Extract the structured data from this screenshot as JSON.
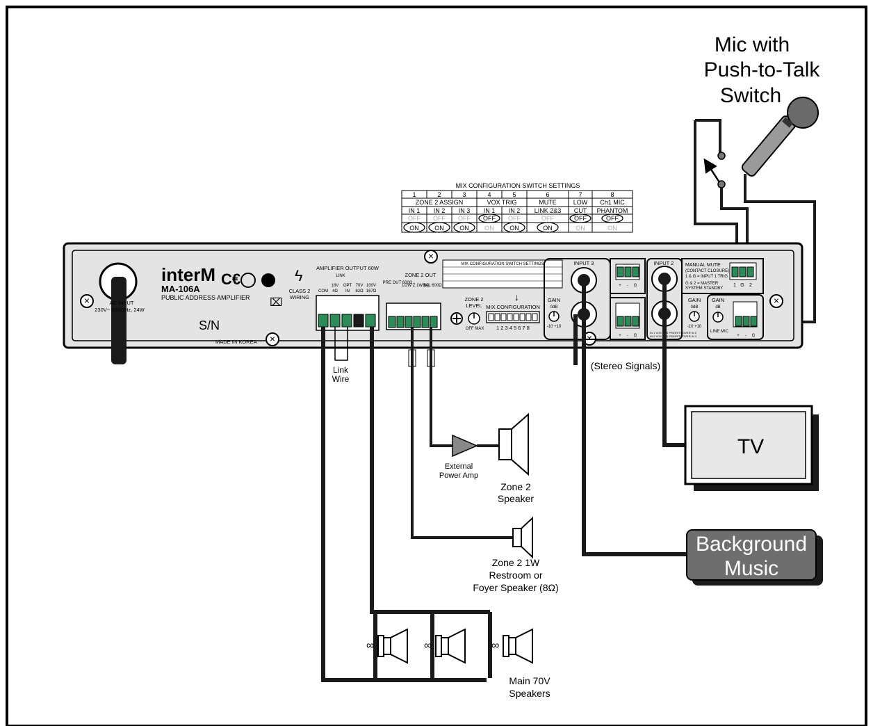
{
  "mic_label": [
    "Mic with",
    "Push-to-Talk",
    "Switch"
  ],
  "switch_table": {
    "title": "MIX CONFIGURATION SWITCH SETTINGS",
    "numbers": [
      "1",
      "2",
      "3",
      "4",
      "5",
      "6",
      "7",
      "8"
    ],
    "groups": [
      "ZONE 2 ASSIGN",
      "VOX TRIG",
      "MUTE",
      "LOW",
      "Ch1 MIC"
    ],
    "group_line2": [
      "LINK 2&3",
      "CUT",
      "PHANTOM"
    ],
    "inputs": [
      "IN 1",
      "IN 2",
      "IN 3",
      "IN 1",
      "IN 2"
    ],
    "off_label": "OFF",
    "on_label": "ON"
  },
  "amplifier": {
    "brand": "interM",
    "model": "MA-106A",
    "description": "PUBLIC ADDRESS AMPLIFIER",
    "ac_input": "AC INPUT",
    "ac_spec": "230V~ 50/60Hz, 24W",
    "serial": "S/N",
    "made_in": "MADE IN KOREA",
    "class2": [
      "CLASS 2",
      "WIRING"
    ],
    "amp_output": "AMPLIFIER OUTPUT 60W",
    "link": "LINK",
    "output_terms_1": [
      "COM",
      "16V",
      "OPT",
      "70V",
      "100V"
    ],
    "output_terms_2": [
      "",
      "4Ω",
      "IN",
      "82Ω",
      "167Ω"
    ],
    "zone2_out": "ZONE 2 OUT",
    "zone2_terms": [
      "PRE OUT 600Ω",
      "LOW Z 1W 8Ω",
      "BAL 600Ω"
    ],
    "zone2_level": [
      "ZONE 2",
      "LEVEL"
    ],
    "off_max": "OFF  MAX",
    "mix_config": "MIX CONFIGURATION",
    "dip_numbers": "1 2 3 4 5 6 7 8",
    "input3": "INPUT 3",
    "input2": "INPUT 2",
    "gain": "GAIN",
    "gain_range": "-10  +10",
    "gain_db": "0dB",
    "mic_gain": "dB",
    "line_mic": "LINE MIC",
    "terminal_pm": [
      "+",
      "-",
      "G"
    ],
    "manual_mute": [
      "MANUAL MUTE",
      "(CONTACT CLOSURE)",
      "1 & G = INPUT 1 TRIG",
      "G & 2 = MASTER",
      "SYSTEM STANDBY"
    ],
    "mute_terms": [
      "1",
      "G",
      "2"
    ],
    "priority": [
      "IN 1 VOX HAS PRIORITY OVER IN 2",
      "IN 2 VOX HAS PRIORITY OVER IN 3"
    ]
  },
  "labels": {
    "link_wire": [
      "Link",
      "Wire"
    ],
    "stereo": "(Stereo Signals)",
    "tv": "TV",
    "background_music": [
      "Background",
      "Music"
    ],
    "ext_amp": [
      "External",
      "Power Amp"
    ],
    "zone2_speaker": [
      "Zone 2",
      "Speaker"
    ],
    "restroom": [
      "Zone 2  1W",
      "Restroom or",
      "Foyer Speaker (8Ω)"
    ],
    "main_speakers": [
      "Main 70V",
      "Speakers"
    ]
  },
  "colors": {
    "wire": "#1a1a1a",
    "panel": "#e4e4e4",
    "terminal_green": "#2e8b57",
    "bgm_box": "#6e6e6e",
    "tv_screen": "#e8e8e8"
  }
}
